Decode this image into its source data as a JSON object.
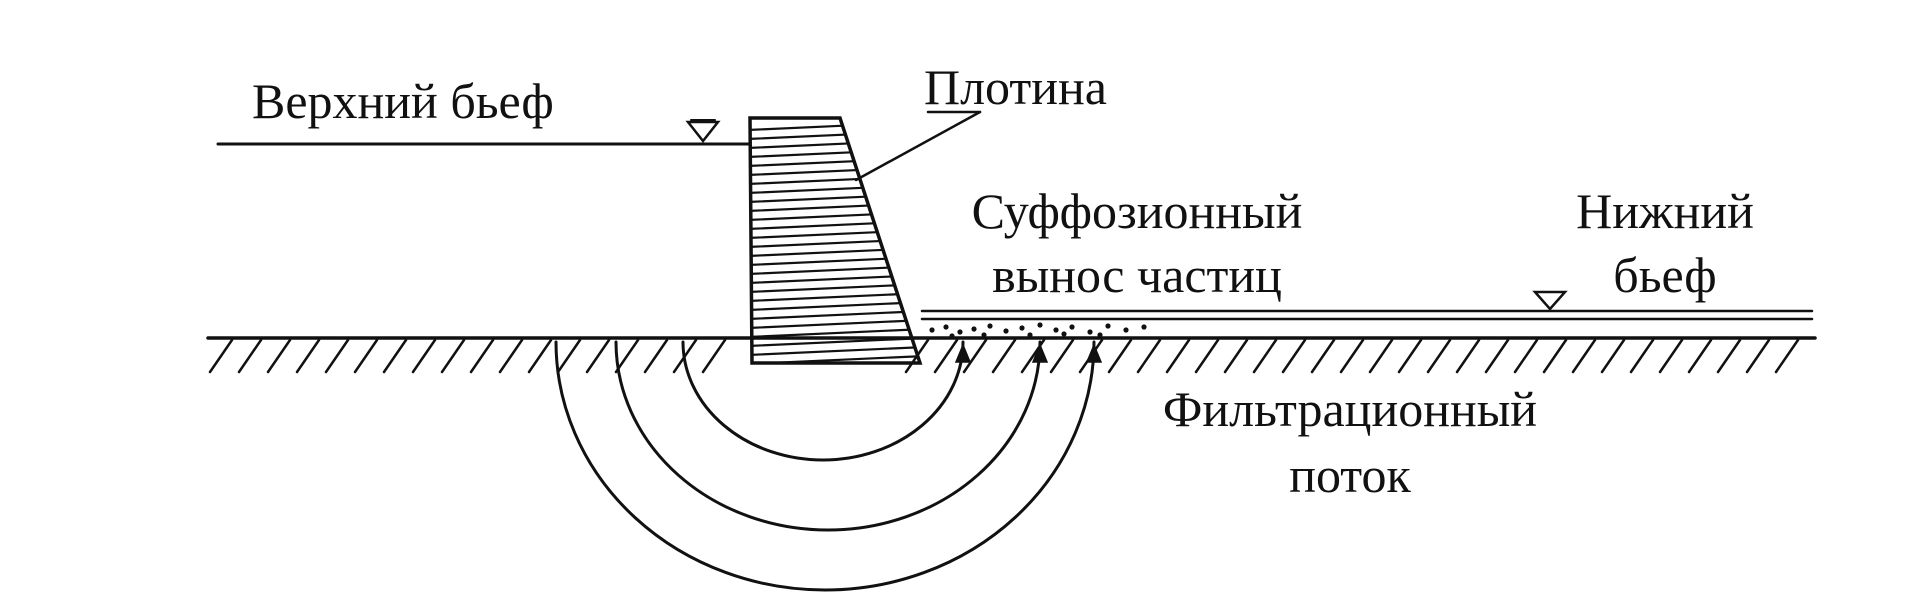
{
  "labels": {
    "upper_pool": "Верхний бьеф",
    "dam": "Плотина",
    "suffosion_line1": "Суффозионный",
    "suffosion_line2": "вынос частиц",
    "lower_pool_line1": "Нижний",
    "lower_pool_line2": "бьеф",
    "filtration_line1": "Фильтрационный",
    "filtration_line2": "поток"
  },
  "colors": {
    "ink": "#111111",
    "background": "#ffffff"
  }
}
